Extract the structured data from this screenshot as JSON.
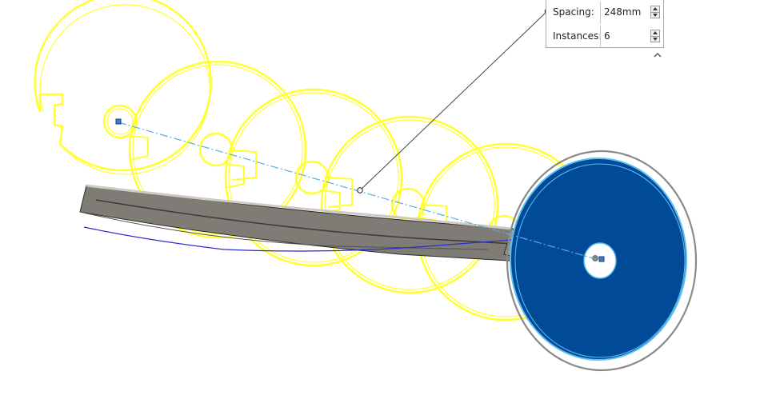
{
  "pattern_dialog": {
    "spacing": {
      "label": "Spacing:",
      "value": "248mm"
    },
    "instances": {
      "label": "Instances:",
      "value": "6"
    }
  },
  "colors": {
    "preview_ring": "#ffff33",
    "selected_face": "#004a98",
    "face_edge": "#5bc0f0",
    "body_gray": "#7f7b75",
    "axis_line": "#5aaee0",
    "sketch_curve": "#2b2bd0"
  },
  "icons": {
    "collapse": "chevron-up-icon",
    "spin": "spin-up-down-icon"
  }
}
